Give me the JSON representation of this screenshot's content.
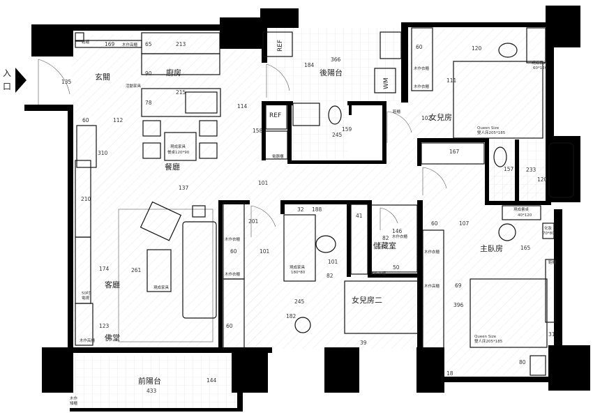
{
  "entrance": {
    "label": "入\n口",
    "char1": "入",
    "char2": "口"
  },
  "rooms": {
    "foyer": "玄關",
    "kitchen": "廚房",
    "dining": "餐廳",
    "living": "客廳",
    "shrine": "佛堂",
    "rear_balcony": "後陽台",
    "daughter_room": "女兒房",
    "daughter_room_2": "女兒房二",
    "storage": "儲藏室",
    "master_bedroom": "主臥房",
    "front_balcony": "前陽台"
  },
  "appliances": {
    "ref_top": "REF",
    "ref_mid": "REF",
    "wm": "WM"
  },
  "furniture_notes": {
    "shoe_cabinet": "鞋櫃",
    "wood_cabinet_top": "木作高櫃",
    "movable_furniture": "活動家具",
    "dining_table": "現成家具",
    "dining_table_size": "餐桌120*90",
    "electric_cabinet": "電器櫃",
    "daughter_bed_a": "現成家具",
    "daughter_bed_b": "60*120",
    "daughter_queen": "Queen Size",
    "daughter_queen_size": "雙人床205*185",
    "desk_2": "現成家具",
    "desk_2_size": "180*80",
    "coffee_table": "現成家具",
    "tv_cabinet": "50吋",
    "tv_cabinet_b": "電視",
    "dresser": "現成書桌",
    "dresser_size": "40*120",
    "makeup": "化妝",
    "makeup_size": "70*80",
    "master_queen": "Queen Size",
    "master_queen_size": "雙人床205*185",
    "wood_wardrobe_a": "木作衣櫃",
    "wood_wardrobe_b": "木作衣櫃",
    "wood_wardrobe_c": "木作衣櫃",
    "wood_wardrobe_d": "木作衣櫃",
    "wood_wardrobe_e": "木作衣櫃",
    "wood_wardrobe_f": "木作衣櫃",
    "wood_wardrobe_g": "木作衣櫃",
    "wood_wardrobe_h": "木作高櫃",
    "shoe_cabinet_2": "鞋櫃",
    "shoe_cabinet_3": "鞋櫃",
    "wood_cab_balcony": "木作\n矮櫃",
    "wood_low_a": "木作",
    "wood_low_b": "矮櫃",
    "shrine_cab": "木作高櫃",
    "wood_high_master": "木作\n高櫃"
  },
  "dimensions": {
    "d169": "169",
    "d65": "65",
    "d213": "213",
    "d90": "90",
    "d135": "135",
    "d215": "215",
    "d78": "78",
    "d114": "114",
    "d60a": "60",
    "d112": "112",
    "d310": "310",
    "d158": "158",
    "d137": "137",
    "d101a": "101",
    "d210": "210",
    "d174": "174",
    "d261": "261",
    "d123": "123",
    "d184": "184",
    "d366": "366",
    "d60b": "60",
    "d120a": "120",
    "d111": "111",
    "d102": "102",
    "d245a": "245",
    "d159": "159",
    "d167": "167",
    "d157": "157",
    "d233": "233",
    "d120b": "120",
    "d32": "32",
    "d188": "188",
    "d41": "41",
    "d82a": "82",
    "d146": "146",
    "d201": "201",
    "d60c": "60",
    "d101b": "101",
    "d101c": "101",
    "d82b": "82",
    "d50": "50",
    "d60d": "60",
    "d107": "107",
    "d165": "165",
    "d69": "69",
    "d396": "396",
    "d245b": "245",
    "d182": "182",
    "d39": "39",
    "d60e": "60",
    "d80": "80",
    "d31": "31",
    "d433": "433",
    "d144": "144",
    "d18": "18"
  },
  "colors": {
    "wall": "#000000",
    "line": "#111111",
    "floor_hatch": "#e6e6e6"
  }
}
